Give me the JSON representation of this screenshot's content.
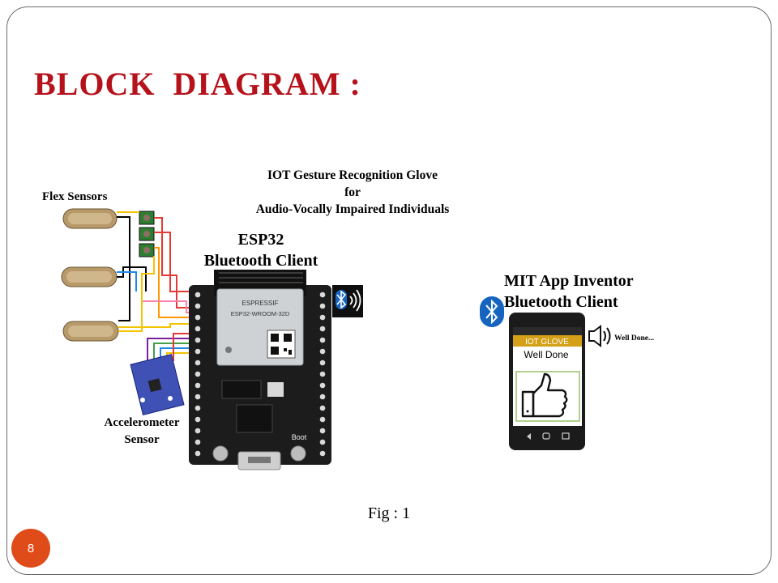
{
  "slide": {
    "title": "BLOCK  DIAGRAM :",
    "page_number": "8",
    "figure_caption": "Fig : 1"
  },
  "diagram": {
    "project_title": "IOT  Gesture Recognition Glove\nfor\nAudio-Vocally Impaired Individuals",
    "flex_sensors_label": "Flex Sensors",
    "esp32_label": "ESP32\nBluetooth Client",
    "accelerometer_label": "Accelerometer\nSensor",
    "mit_label": "MIT App Inventor\nBluetooth Client",
    "speaker_text": "Well Done...",
    "board_chip_brand": "ESPRESSIF",
    "board_chip_model": "ESP32-WROOM-32D",
    "board_boot_label": "Boot",
    "phone": {
      "app_header": "IOT GLOVE",
      "message": "Well Done"
    }
  },
  "colors": {
    "title": "#b5121b",
    "badge": "#e04b1a",
    "bluetooth": "#1565c0",
    "board": "#1c1c1c",
    "app_header": "#d4a017",
    "phone_border": "#7cb342"
  },
  "icons": [
    "bluetooth-icon",
    "speaker-icon",
    "thumbs-up-icon"
  ]
}
